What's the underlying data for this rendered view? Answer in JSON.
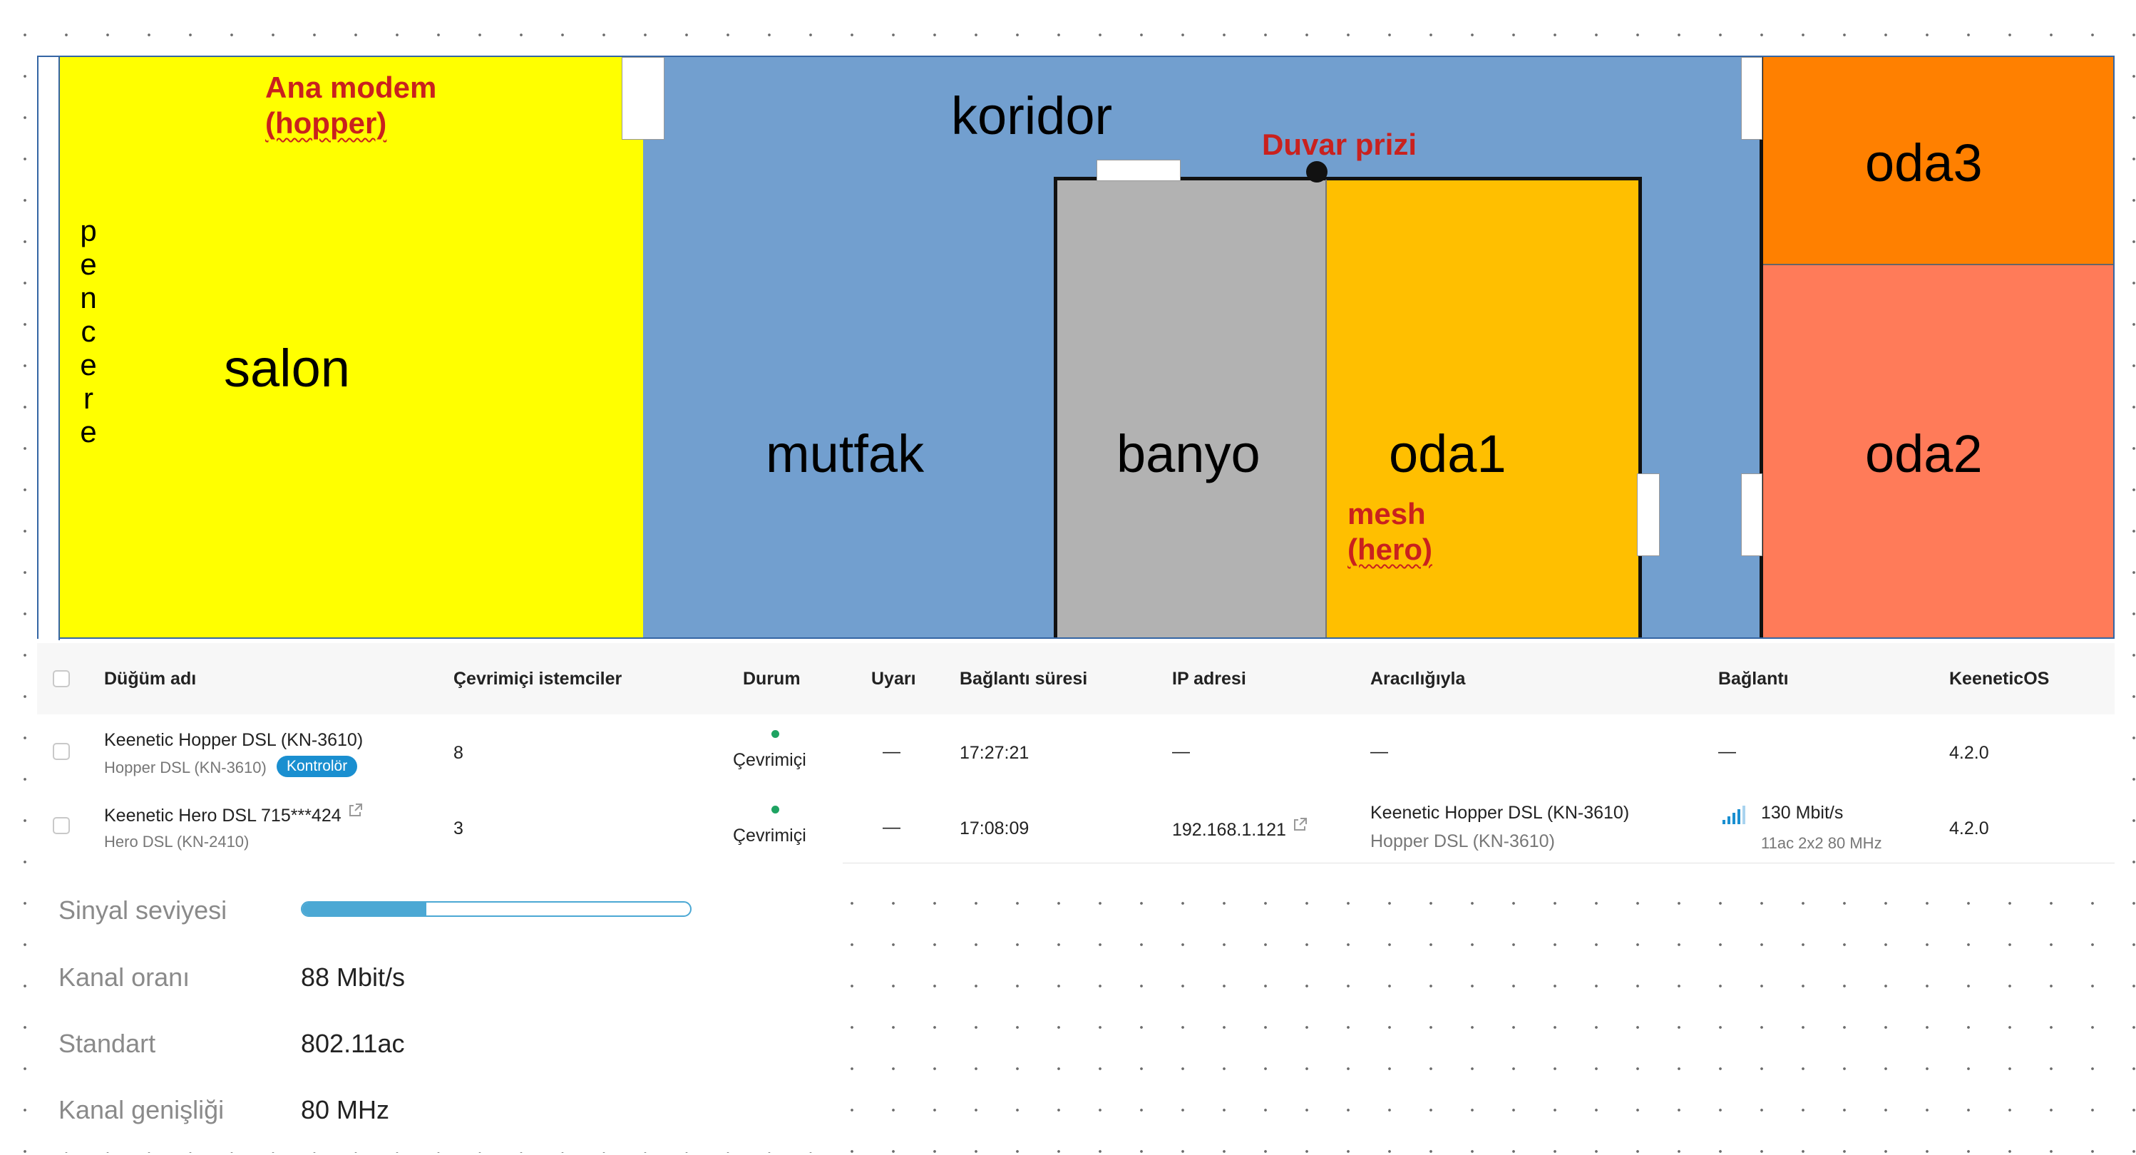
{
  "colors": {
    "corridor": "#729fcf",
    "salon": "#ffff00",
    "banyo": "#b2b2b2",
    "oda1": "#ffbf00",
    "oda2": "#ff7b59",
    "oda3": "#ff8000",
    "annotation": "#c9211e",
    "badge": "#1a8fd0",
    "online": "#1ea362",
    "signal_bar": "#4ba8d4"
  },
  "floorplan": {
    "window_letters": [
      "p",
      "e",
      "n",
      "c",
      "e",
      "r",
      "e"
    ],
    "rooms": {
      "salon": "salon",
      "koridor": "koridor",
      "mutfak": "mutfak",
      "banyo": "banyo",
      "oda1": "oda1",
      "oda2": "oda2",
      "oda3": "oda3"
    },
    "annotations": {
      "main_modem_line1": "Ana modem",
      "main_modem_line2": "(hopper)",
      "wall_socket": "Duvar prizi",
      "mesh_line1": "mesh",
      "mesh_line2": "(hero)"
    }
  },
  "table": {
    "headers": {
      "node_name": "Düğüm adı",
      "online_clients": "Çevrimiçi istemciler",
      "status": "Durum",
      "warning": "Uyarı",
      "uptime": "Bağlantı süresi",
      "ip": "IP adresi",
      "via": "Aracılığıyla",
      "connection": "Bağlantı",
      "os": "KeeneticOS"
    },
    "rows": [
      {
        "name": "Keenetic Hopper DSL (KN-3610)",
        "model": "Hopper DSL (KN-3610)",
        "badge": "Kontrolör",
        "clients": "8",
        "status": "Çevrimiçi",
        "warning": "—",
        "uptime": "17:27:21",
        "ip": "—",
        "via": "—",
        "connection": "—",
        "os": "4.2.0"
      },
      {
        "name": "Keenetic Hero DSL 715***424",
        "model": "Hero DSL (KN-2410)",
        "clients": "3",
        "status": "Çevrimiçi",
        "warning": "—",
        "uptime": "17:08:09",
        "ip": "192.168.1.121",
        "via": "Keenetic Hopper DSL (KN-3610)",
        "via_sub": "Hopper DSL (KN-3610)",
        "connection": "130 Mbit/s",
        "connection_sub": "11ac 2x2 80 MHz",
        "os": "4.2.0"
      }
    ]
  },
  "signal": {
    "level_label": "Sinyal seviyesi",
    "level_fraction": 0.32,
    "rate_label": "Kanal oranı",
    "rate_value": "88 Mbit/s",
    "standard_label": "Standart",
    "standard_value": "802.11ac",
    "width_label": "Kanal genişliği",
    "width_value": "80 MHz"
  }
}
